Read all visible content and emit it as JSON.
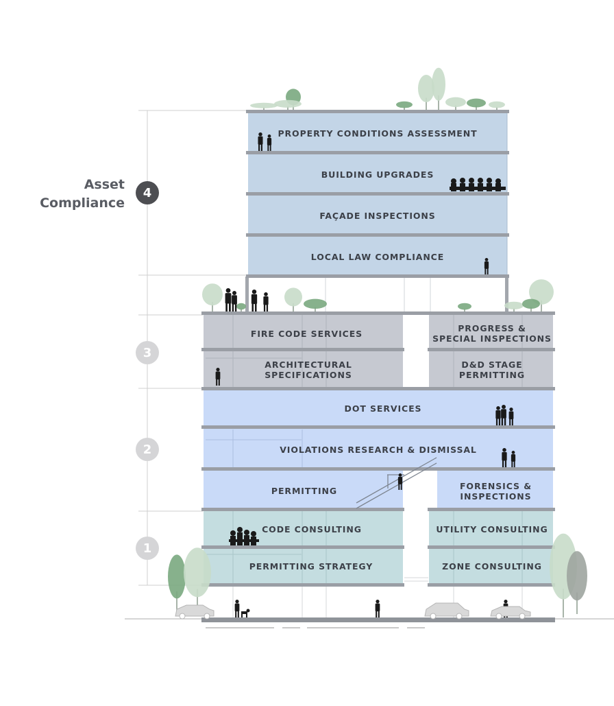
{
  "phases": [
    {
      "number": "4",
      "title": "Asset\nCompliance"
    },
    {
      "number": "3",
      "title": ""
    },
    {
      "number": "2",
      "title": ""
    },
    {
      "number": "1",
      "title": ""
    }
  ],
  "services": {
    "property_conditions": "PROPERTY CONDITIONS ASSESSMENT",
    "building_upgrades": "BUILDING UPGRADES",
    "facade_inspections": "FAÇADE INSPECTIONS",
    "local_law": "LOCAL LAW COMPLIANCE",
    "fire_code": "FIRE CODE SERVICES",
    "progress_special": "PROGRESS &\nSPECIAL INSPECTIONS",
    "architectural_specs": "ARCHITECTURAL\nSPECIFICATIONS",
    "dd_stage": "D&D STAGE\nPERMITTING",
    "dot_services": "DOT SERVICES",
    "violations": "VIOLATIONS RESEARCH & DISMISSAL",
    "permitting": "PERMITTING",
    "forensics": "FORENSICS &\nINSPECTIONS",
    "code_consulting": "CODE CONSULTING",
    "utility_consulting": "UTILITY CONSULTING",
    "permitting_strategy": "PERMITTING STRATEGY",
    "zone_consulting": "ZONE CONSULTING"
  },
  "colors": {
    "phase4_fill": "#c3d5e7",
    "phase3_fill": "#c6c9d1",
    "phase2_fill": "#c9daf8",
    "phase1_fill": "#c4dde0",
    "slab": "#9a9ea5",
    "badge_active": "#4d4e52",
    "badge_inactive": "#d5d5d7",
    "label_text": "#3c4048",
    "tree_green": "#7aa87f",
    "tree_light": "#c8dbc9",
    "silhouette": "#1a1a1a"
  },
  "icons": [
    "tree-icon",
    "person-icon",
    "car-icon",
    "dog-icon",
    "stair-icon",
    "meeting-table-icon"
  ]
}
